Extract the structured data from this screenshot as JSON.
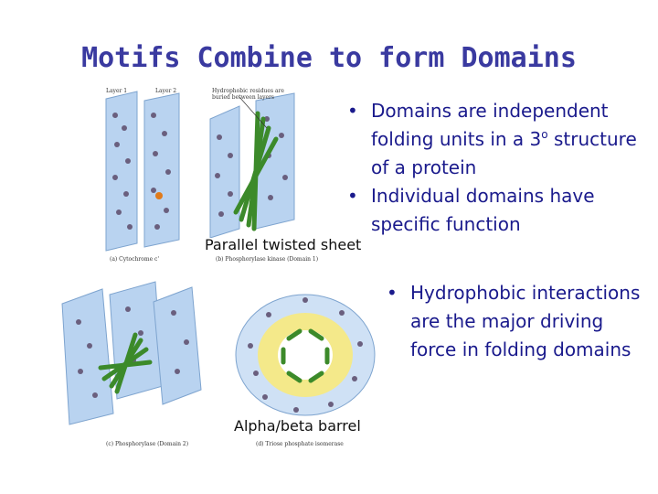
{
  "slide": {
    "title": "Motifs Combine to form Domains",
    "bullets_top": [
      {
        "text": "Domains are independent folding units in a 3",
        "sup": "o",
        "tail": " structure of a protein"
      },
      {
        "text": "Individual domains have specific function"
      }
    ],
    "bullets_bottom": [
      {
        "text": "Hydrophobic interactions are the major driving force in folding domains"
      }
    ],
    "caption_sheet": "Parallel twisted sheet",
    "caption_barrel": "Alpha/beta barrel",
    "figure_labels": {
      "layer1": "Layer 1",
      "layer2": "Layer 2",
      "hydrophobic_note": "Hydrophobic residues are buried between layers",
      "panel_a": "(a) Cytochrome c'",
      "panel_b": "(b) Phosphorylase kinase (Domain 1)",
      "panel_c": "(c) Phosphorylase (Domain 2)",
      "panel_d": "(d) Triose phosphate isomerase"
    }
  },
  "colors": {
    "title": "#3a3aa0",
    "bullet_text": "#1a1a8c",
    "sheet_blue": "#9fc3ea",
    "strand_green": "#3c8a2a",
    "barrel_yellow": "#f4e98a"
  }
}
